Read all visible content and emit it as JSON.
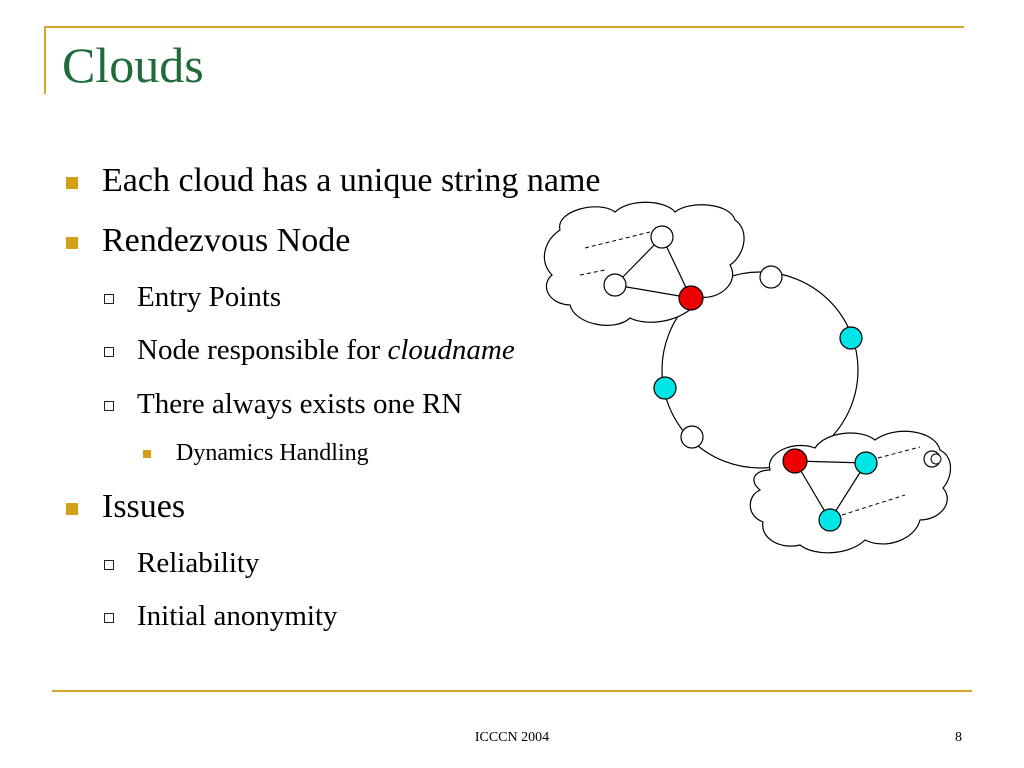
{
  "slide": {
    "title": "Clouds",
    "bullets": {
      "b1": "Each cloud has a unique string name",
      "b2": "Rendezvous Node",
      "b2_1": "Entry Points",
      "b2_2_prefix": "Node responsible for ",
      "b2_2_italic": "cloudname",
      "b2_3": "There always exists one RN",
      "b2_3_1": "Dynamics Handling",
      "b3": "Issues",
      "b3_1": "Reliability",
      "b3_2": "Initial anonymity"
    },
    "footer": {
      "center": "ICCCN 2004",
      "page": "8"
    },
    "colors": {
      "title": "#1f6b3a",
      "accent_rule": "#d4a72c",
      "bullet": "#d4a017",
      "rendezvous_node": "#ee0000",
      "cloud_node": "#00e5e5"
    }
  }
}
